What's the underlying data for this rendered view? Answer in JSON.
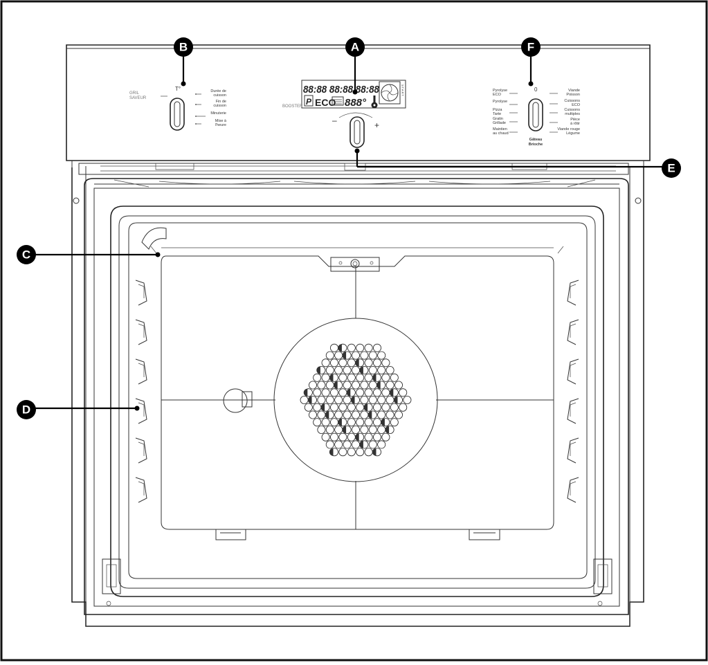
{
  "callouts": [
    {
      "id": "A",
      "letter": "A"
    },
    {
      "id": "B",
      "letter": "B"
    },
    {
      "id": "C",
      "letter": "C"
    },
    {
      "id": "D",
      "letter": "D"
    },
    {
      "id": "E",
      "letter": "E"
    },
    {
      "id": "F",
      "letter": "F"
    }
  ],
  "left_knob": {
    "top_mark": "T°",
    "left_label": [
      "GRIL",
      "SAVEUR"
    ],
    "options": [
      [
        "Durée de",
        "cuisson"
      ],
      [
        "Fin de",
        "cuisson"
      ],
      [
        "Minuterie"
      ],
      [
        "Mise à",
        "l'heure"
      ]
    ]
  },
  "center": {
    "booster": "BOOSTER",
    "display_top": "88:88 88:88 88:88",
    "display_eco": "ECO",
    "display_bottom": "888°",
    "side_text": "START",
    "minus": "–",
    "plus": "+"
  },
  "right_knob": {
    "zero": "0",
    "left_options": [
      [
        "Pyrolyse",
        "ECO"
      ],
      [
        "Pyrolyse"
      ],
      [
        "Pizza",
        "Tarte"
      ],
      [
        "Gratin",
        "Grillade"
      ],
      [
        "Maintien",
        "au chaud"
      ]
    ],
    "right_options": [
      [
        "Viande",
        "Poisson"
      ],
      [
        "Cuissons",
        "ECO"
      ],
      [
        "Cuissons",
        "multiples"
      ],
      [
        "Pièce",
        "à rôtir"
      ],
      [
        "Viande rouge",
        "Légume"
      ]
    ],
    "bottom_label": [
      "Gâteau",
      "Brioche"
    ]
  }
}
